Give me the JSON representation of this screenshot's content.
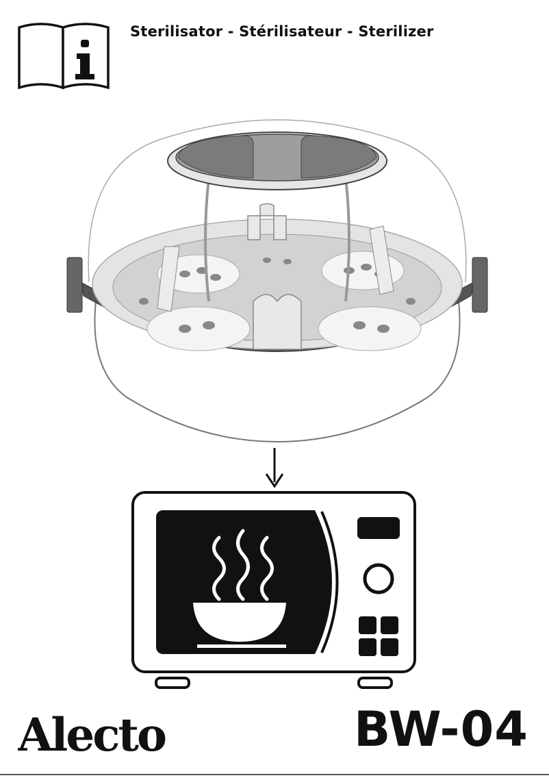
{
  "header": {
    "title": "Sterilisator - Stérilisateur - Sterilizer",
    "icon": "manual-info-icon"
  },
  "illustrations": {
    "top": "microwave-sterilizer-illustration",
    "arrow": "arrow-down-icon",
    "bottom": "microwave-oven-illustration"
  },
  "footer": {
    "brand": "Alecto",
    "model": "BW-04"
  },
  "colors": {
    "ink": "#111111",
    "shade": "#9a9a9a",
    "light_shade": "#d0d0d0"
  }
}
